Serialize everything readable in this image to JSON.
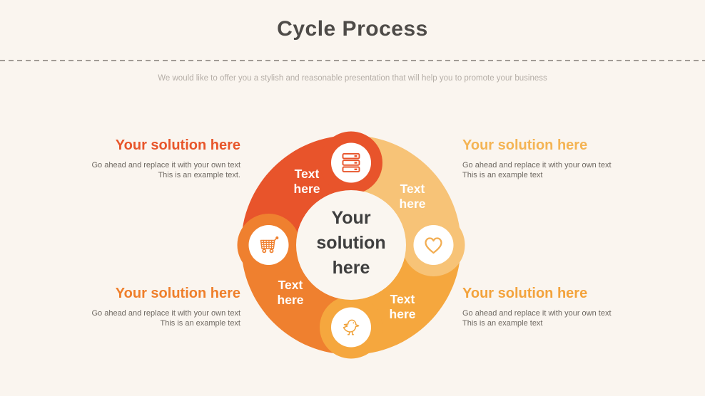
{
  "slide": {
    "title": "Cycle Process",
    "subtitle": "We would like to offer you a stylish and reasonable presentation that will help you to promote your business"
  },
  "diagram": {
    "center_label": "Your solution here",
    "segments": [
      {
        "id": "top-left",
        "label": "Text here",
        "color": "#e8542b",
        "icon": "server-icon"
      },
      {
        "id": "top-right",
        "label": "Text here",
        "color": "#f7c377",
        "icon": "heart-icon"
      },
      {
        "id": "bottom-right",
        "label": "Text here",
        "color": "#f5a73e",
        "icon": "bird-icon"
      },
      {
        "id": "bottom-left",
        "label": "Text here",
        "color": "#ef802f",
        "icon": "cart-icon"
      }
    ]
  },
  "callouts": [
    {
      "position": "top-left",
      "heading": "Your solution here",
      "heading_color": "#e8562b",
      "body_line1": "Go ahead and replace it with your own text",
      "body_line2": "This is an example text."
    },
    {
      "position": "top-right",
      "heading": "Your solution here",
      "heading_color": "#f4b454",
      "body_line1": "Go ahead and replace it with your own text",
      "body_line2": "This is an example text"
    },
    {
      "position": "bottom-left",
      "heading": "Your solution here",
      "heading_color": "#ef7f2b",
      "body_line1": "Go ahead and replace it with your own text",
      "body_line2": "This is an example text"
    },
    {
      "position": "bottom-right",
      "heading": "Your solution here",
      "heading_color": "#f3a33c",
      "body_line1": "Go ahead and replace it with your own text",
      "body_line2": "This is an example text"
    }
  ],
  "colors": {
    "background": "#faf5ef",
    "title_text": "#4e4b48",
    "subtitle_text": "#b5aea7",
    "body_text": "#6e6861",
    "divider": "#a19b95",
    "segment_dark_orange": "#e8542b",
    "segment_light_amber": "#f7c377",
    "segment_golden": "#f5a73e",
    "segment_orange": "#ef802f",
    "center_text": "#3f3f3f"
  }
}
